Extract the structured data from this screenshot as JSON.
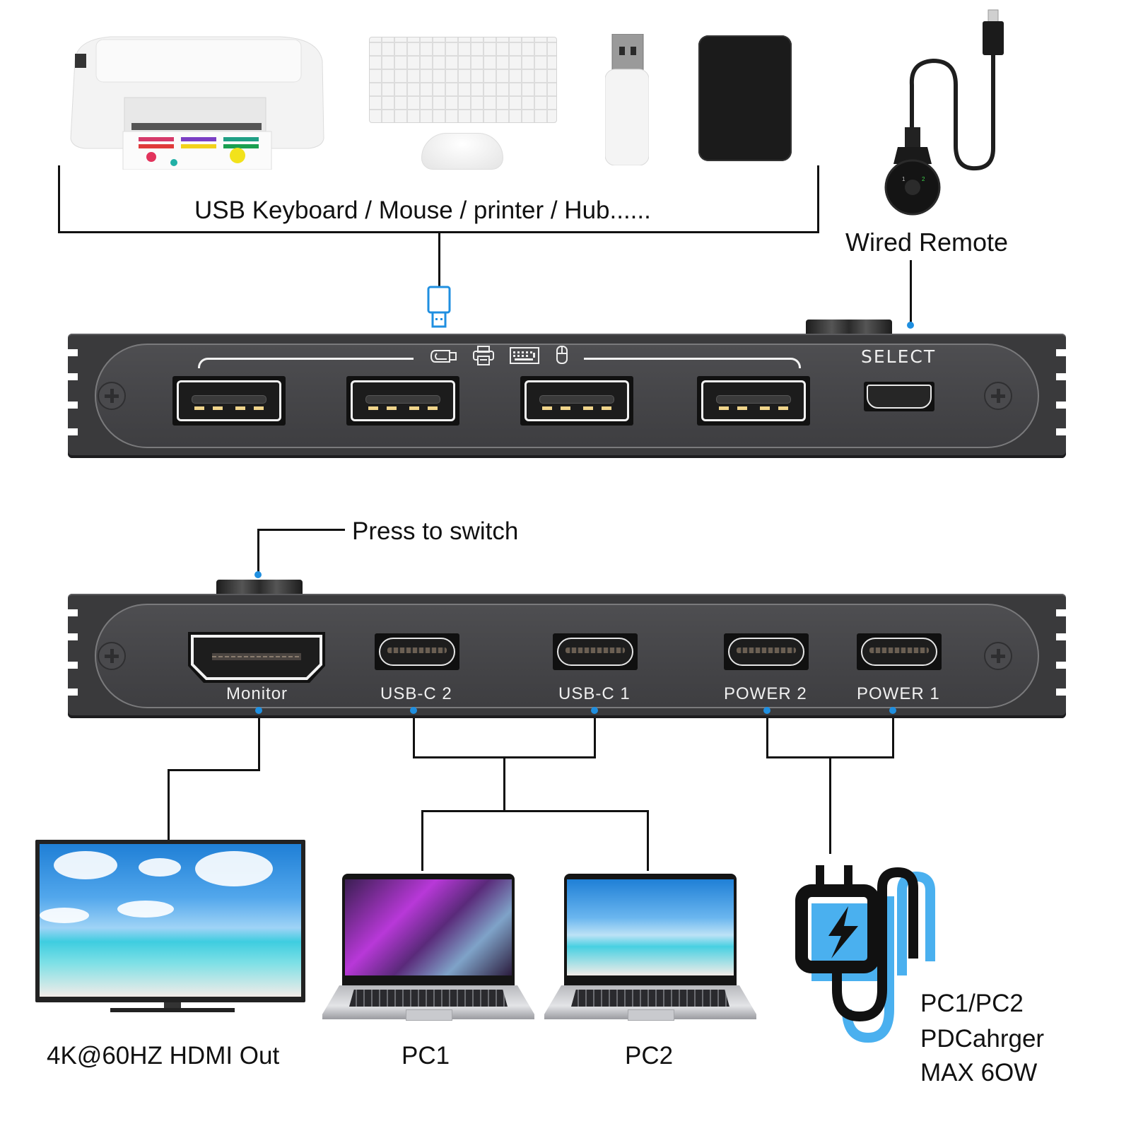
{
  "top_section": {
    "devices_caption": "USB Keyboard / Mouse / printer / Hub......",
    "devices": [
      {
        "name": "printer",
        "icon": "printer-image"
      },
      {
        "name": "keyboard",
        "icon": "keyboard-image"
      },
      {
        "name": "mouse",
        "icon": "mouse-image"
      },
      {
        "name": "usb-flash-drive",
        "icon": "usb-stick-image"
      },
      {
        "name": "external-hard-drive",
        "icon": "hdd-image"
      }
    ],
    "remote_caption": "Wired Remote",
    "remote_indicators": [
      "1",
      "2"
    ]
  },
  "rear_panel": {
    "port_icons": [
      "usb-drive-icon",
      "printer-icon",
      "keyboard-icon",
      "mouse-icon"
    ],
    "usb_a_ports": 4,
    "select_label": "SELECT"
  },
  "front_panel": {
    "press_caption": "Press to switch",
    "ports": [
      {
        "id": "monitor",
        "label": "Monitor",
        "type": "HDMI"
      },
      {
        "id": "usbc2",
        "label": "USB-C 2",
        "type": "USB-C"
      },
      {
        "id": "usbc1",
        "label": "USB-C 1",
        "type": "USB-C"
      },
      {
        "id": "power2",
        "label": "POWER 2",
        "type": "USB-C"
      },
      {
        "id": "power1",
        "label": "POWER 1",
        "type": "USB-C"
      }
    ]
  },
  "bottom_section": {
    "monitor_caption": "4K@60HZ HDMI Out",
    "pc1_caption": "PC1",
    "pc2_caption": "PC2",
    "charger_lines": [
      "PC1/PC2",
      "PDCahrger",
      "MAX 6OW"
    ]
  },
  "colors": {
    "accent_blue": "#1f8fe0",
    "charger_blue": "#4ab0ef",
    "device_body": "#3a3a3c",
    "line": "#111111"
  }
}
